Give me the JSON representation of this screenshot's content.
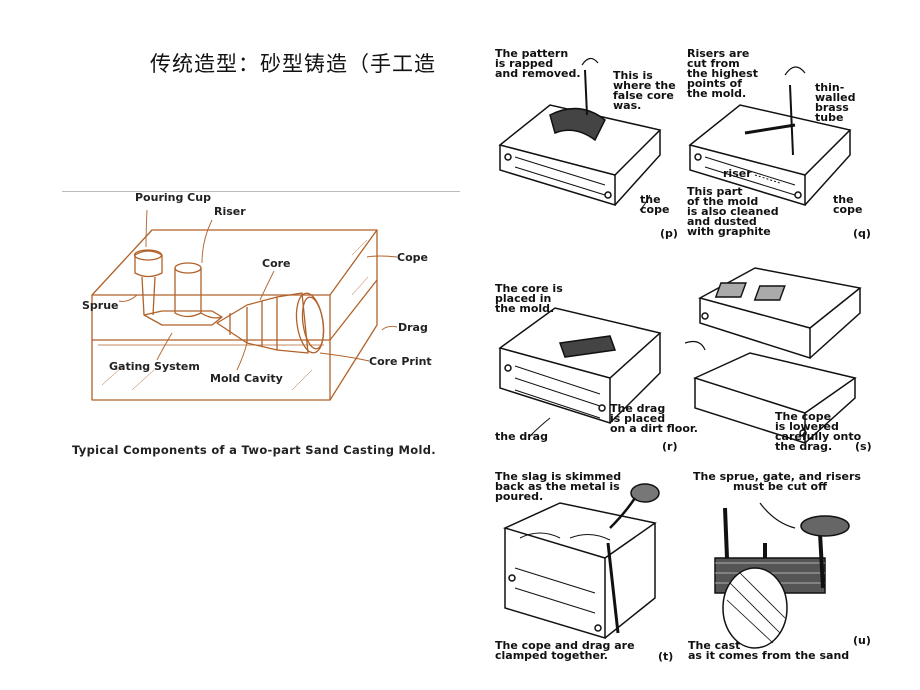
{
  "page": {
    "title": "传统造型：砂型铸造（手工造"
  },
  "left_figure": {
    "labels": {
      "pouring_cup": "Pouring Cup",
      "riser": "Riser",
      "core": "Core",
      "cope": "Cope",
      "sprue": "Sprue",
      "drag": "Drag",
      "core_print": "Core Print",
      "gating_system": "Gating System",
      "mold_cavity": "Mold Cavity"
    },
    "caption": "Typical Components of a Two-part Sand Casting Mold."
  },
  "panels": {
    "p": {
      "tag": "(p)",
      "text1": [
        "The pattern",
        "is rapped",
        "and removed."
      ],
      "text2": [
        "This is",
        "where the",
        "false core",
        "was."
      ],
      "text3": [
        "the",
        "cope"
      ]
    },
    "q": {
      "tag": "(q)",
      "text1": [
        "Risers are",
        "cut from",
        "the highest",
        "points of",
        "the mold."
      ],
      "text2": [
        "thin-",
        "walled",
        "brass",
        "tube"
      ],
      "text3": [
        "riser"
      ],
      "text4": [
        "This part",
        "of the mold",
        "is also cleaned",
        "and dusted",
        "with graphite"
      ],
      "text5": [
        "the",
        "cope"
      ]
    },
    "r": {
      "tag": "(r)",
      "text1": [
        "The core is",
        "placed in",
        "the mold."
      ],
      "text2": [
        "The drag",
        "is placed",
        "on a dirt floor."
      ],
      "text3": [
        "the drag"
      ]
    },
    "s": {
      "tag": "(s)",
      "text1": [
        "The cope",
        "is lowered",
        "carefully onto",
        "the drag."
      ]
    },
    "t": {
      "tag": "(t)",
      "text1": [
        "The slag is skimmed",
        "back as the metal is",
        "poured."
      ],
      "text2": [
        "The cope and drag are",
        "clamped together."
      ]
    },
    "u": {
      "tag": "(u)",
      "text1": [
        "The sprue, gate, and risers",
        "must be cut off"
      ],
      "text2": [
        "The cast",
        "as it comes from the sand"
      ]
    }
  }
}
